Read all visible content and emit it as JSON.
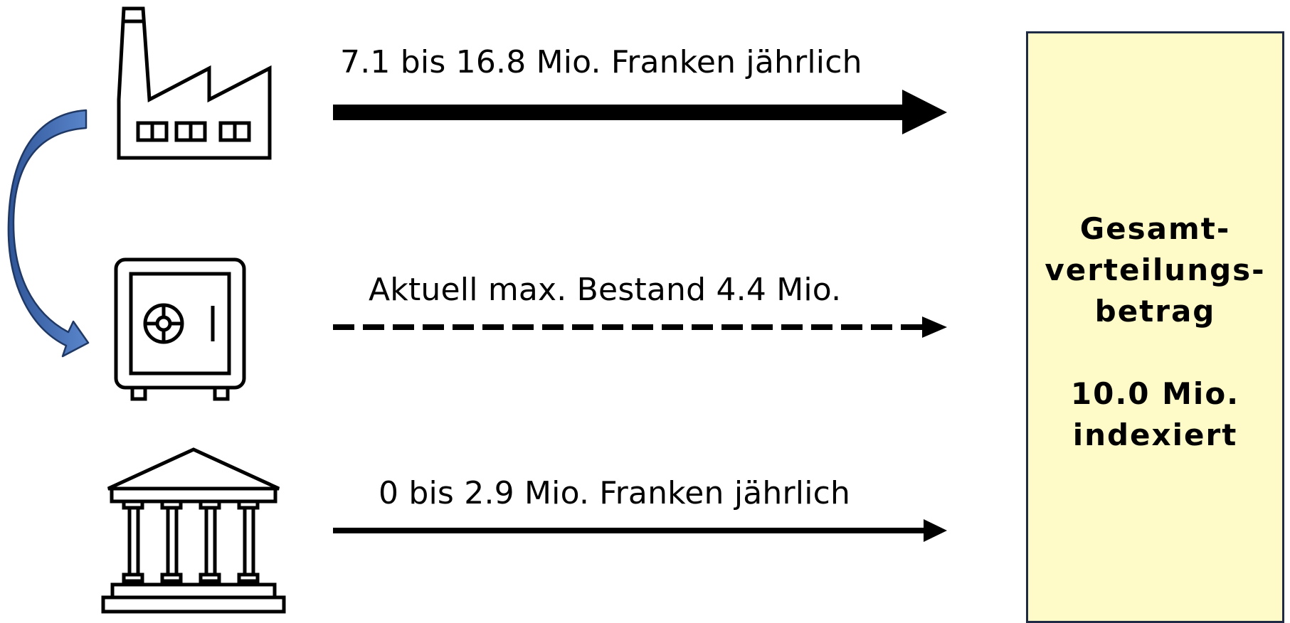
{
  "flows": [
    {
      "label": "7.1 bis 16.8 Mio. Franken jährlich",
      "line_style": "solid-thick",
      "source_icon": "factory-icon"
    },
    {
      "label": "Aktuell max. Bestand 4.4 Mio.",
      "line_style": "dashed",
      "source_icon": "safe-icon"
    },
    {
      "label": "0 bis 2.9 Mio. Franken jährlich",
      "line_style": "solid",
      "source_icon": "bank-building-icon"
    }
  ],
  "transfer_arrow": {
    "from": "factory-icon",
    "to": "safe-icon",
    "icon": "curved-arrow-icon",
    "color": "#4a72b8"
  },
  "total_box": {
    "line1": "Gesamt-",
    "line2": "verteilungs-",
    "line3": "betrag",
    "line4": "10.0 Mio.",
    "line5": "indexiert",
    "fill_color": "#fffbc8",
    "border_color": "#1f2a44"
  }
}
